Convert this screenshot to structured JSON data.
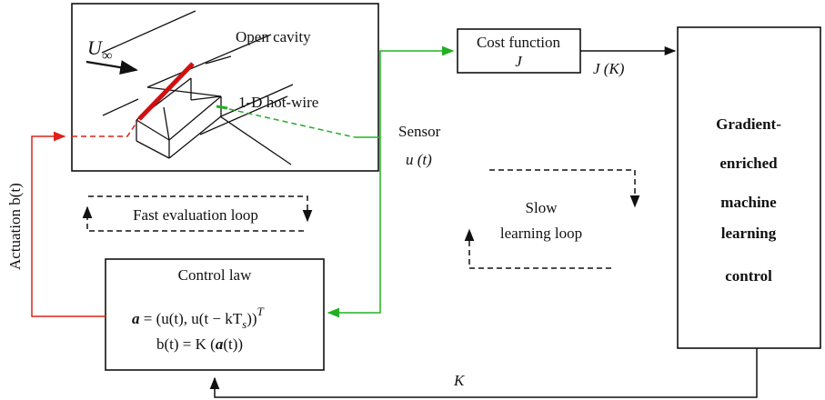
{
  "cavity": {
    "title": "Open cavity",
    "flow_label_main": "U",
    "flow_label_sub": "∞",
    "sensor_label": "1-D hot-wire"
  },
  "cost_function": {
    "line1": "Cost function",
    "line2": "J"
  },
  "output_label": "J (K)",
  "sensor_text": {
    "line1": "Sensor",
    "line2": "u (t)"
  },
  "controller": {
    "lines": [
      "Gradient-",
      "enriched",
      "machine",
      "learning",
      "control"
    ]
  },
  "slow_loop": {
    "line1": "Slow",
    "line2": "learning loop"
  },
  "fast_loop": {
    "label": "Fast evaluation loop"
  },
  "actuation": {
    "label": "Actuation b(t)"
  },
  "control_law": {
    "title": "Control law",
    "eq1_bold": "a",
    "eq1_text": " = (u(t), u(t − kT",
    "eq1_sub": "s",
    "eq1_close": "))",
    "eq1_sup": "T",
    "eq2_text": "b(t) = K (",
    "eq2_bold": "a",
    "eq2_close": "(t))"
  },
  "feedback_label": "K",
  "colors": {
    "black": "#111111",
    "actuation_red": "#e0201a",
    "sensor_green": "#22b022",
    "slot_red": "#d01010"
  }
}
